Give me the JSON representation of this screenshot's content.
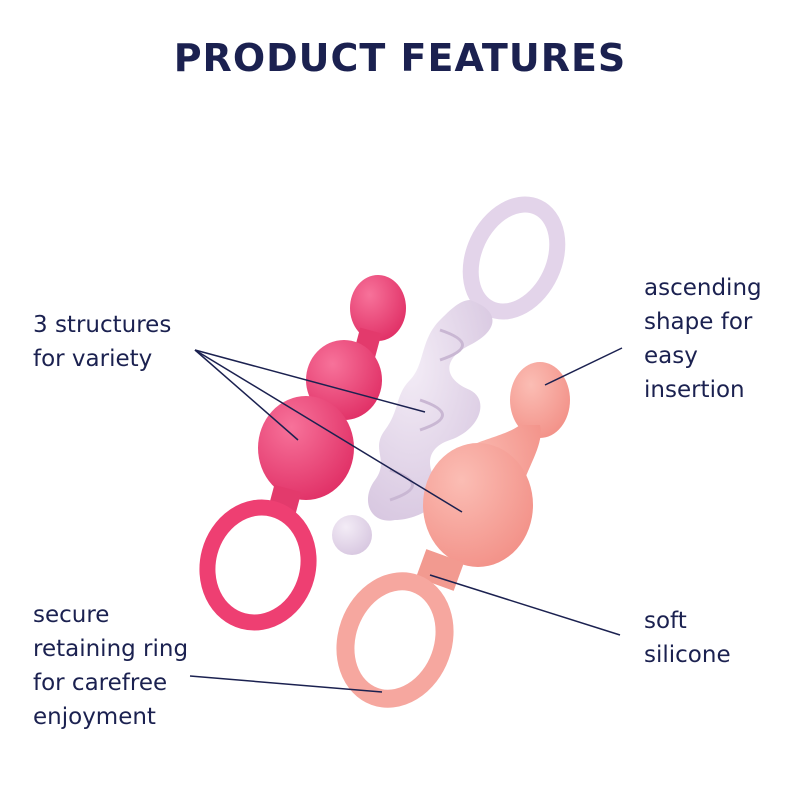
{
  "heading": "PRODUCT FEATURES",
  "features": {
    "structures": {
      "lines": [
        "3 structures",
        "for variety"
      ]
    },
    "ascending": {
      "lines": [
        "ascending",
        "shape for",
        "easy",
        "insertion"
      ]
    },
    "retaining_ring": {
      "lines": [
        "secure",
        "retaining ring",
        "for carefree",
        "enjoyment"
      ]
    },
    "silicone": {
      "lines": [
        "soft",
        "silicone"
      ]
    }
  },
  "colors": {
    "heading": "#1b2150",
    "text": "#1b2150",
    "pink_plug": "#ee3f72",
    "lilac_plug": "#e6d9ec",
    "peach_plug": "#f6a79f"
  }
}
